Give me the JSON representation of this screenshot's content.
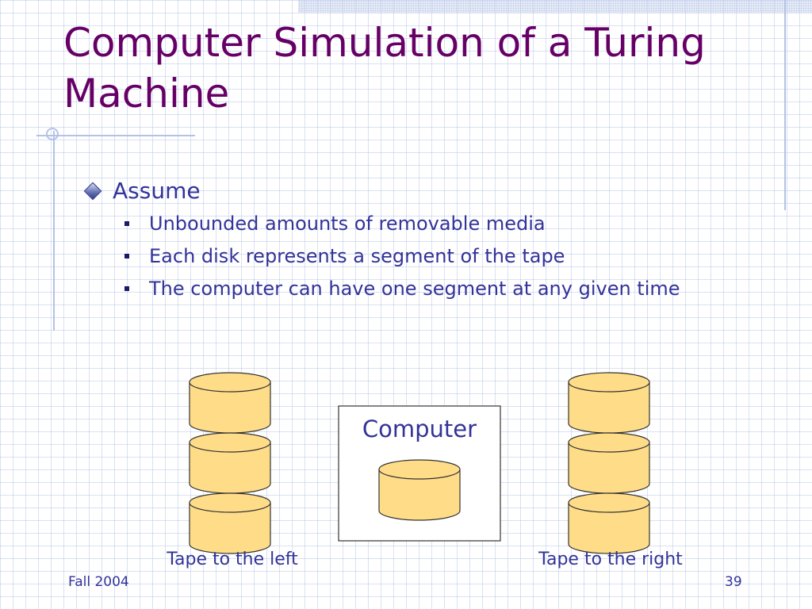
{
  "slide": {
    "title": "Computer Simulation of a Turing Machine",
    "bullets": [
      {
        "text": "Assume",
        "sub": [
          "Unbounded amounts of removable media",
          "Each disk represents a segment of the tape",
          "The computer can have one segment at any given time"
        ]
      }
    ]
  },
  "diagram": {
    "computer_label": "Computer",
    "left_label": "Tape to the left",
    "right_label": "Tape to the right",
    "disk_fill": "#ffdd88",
    "stroke": "#333333"
  },
  "footer": {
    "left": "Fall 2004",
    "right": "39"
  },
  "colors": {
    "title": "#660066",
    "text": "#333399",
    "grid": "#bac9e8"
  }
}
